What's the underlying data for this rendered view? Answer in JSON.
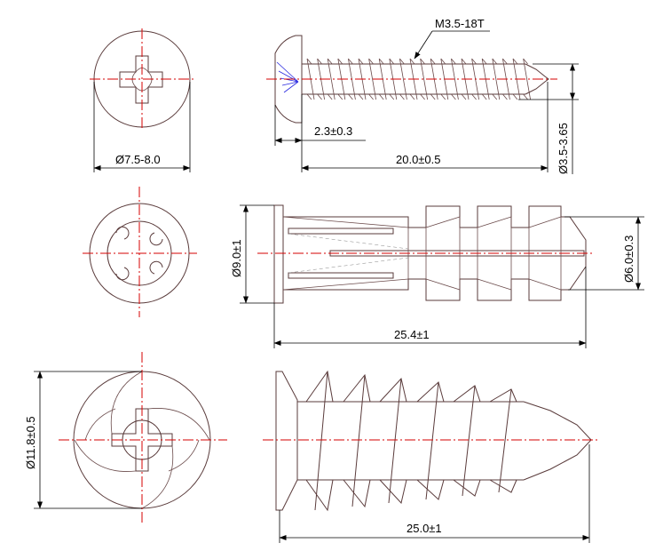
{
  "screw": {
    "head_diameter": "Ø7.5-8.0",
    "thread_spec": "M3.5-18T",
    "head_height": "2.3±0.3",
    "length": "20.0±0.5",
    "thread_diameter": "Ø3.5-3.65"
  },
  "anchor": {
    "flange_diameter": "Ø9.0±1",
    "tip_diameter": "Ø6.0±0.3",
    "length": "25.4±1"
  },
  "self_drill_anchor": {
    "head_diameter": "Ø11.8±0.5",
    "length": "25.0±1"
  }
}
